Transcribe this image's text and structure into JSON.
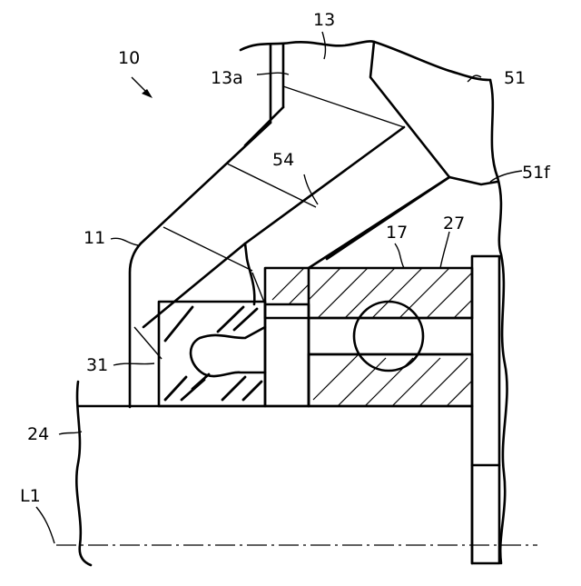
{
  "labels": {
    "assembly": "10",
    "housing_13": "13",
    "housing_13a": "13a",
    "part_51": "51",
    "part_51f": "51f",
    "part_54": "54",
    "part_11": "11",
    "part_17": "17",
    "part_27": "27",
    "part_31": "31",
    "shaft_24": "24",
    "axis_L1": "L1"
  }
}
